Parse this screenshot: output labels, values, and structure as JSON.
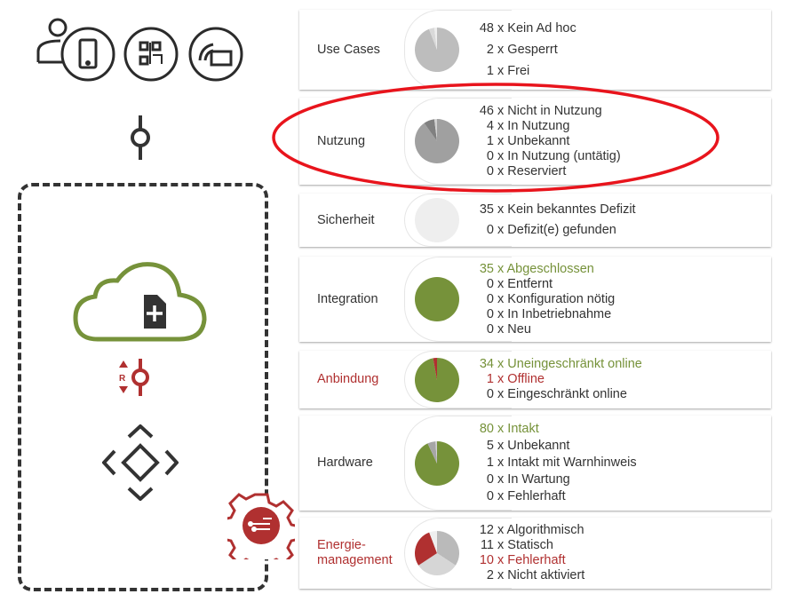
{
  "colors": {
    "green": "#76923a",
    "red": "#b03030",
    "dark": "#333333"
  },
  "rows": [
    {
      "label": "Use Cases",
      "label_color": "#333333",
      "line_height": 24,
      "items": [
        {
          "count": "48",
          "text": "x Kein Ad hoc",
          "color": "#333333",
          "slice": "#bdbdbd"
        },
        {
          "count": "2",
          "text": "x Gesperrt",
          "color": "#333333",
          "slice": "#d9d9d9"
        },
        {
          "count": "1",
          "text": "x Frei",
          "color": "#333333",
          "slice": "#ededed"
        }
      ]
    },
    {
      "label": "Nutzung",
      "label_color": "#333333",
      "line_height": 17,
      "items": [
        {
          "count": "46",
          "text": "x Nicht in Nutzung",
          "color": "#333333",
          "slice": "#a0a0a0"
        },
        {
          "count": "4",
          "text": "x In Nutzung",
          "color": "#333333",
          "slice": "#808080"
        },
        {
          "count": "1",
          "text": "x Unbekannt",
          "color": "#333333",
          "slice": "#d0d0d0"
        },
        {
          "count": "0",
          "text": "x In Nutzung (untätig)",
          "color": "#333333",
          "slice": "#bbbbbb"
        },
        {
          "count": "0",
          "text": "x Reserviert",
          "color": "#333333",
          "slice": "#bbbbbb"
        }
      ]
    },
    {
      "label": "Sicherheit",
      "label_color": "#333333",
      "line_height": 23,
      "items": [
        {
          "count": "35",
          "text": "x Kein bekanntes Defizit",
          "color": "#333333",
          "slice": "#eeeeee"
        },
        {
          "count": "0",
          "text": "x Defizit(e) gefunden",
          "color": "#333333",
          "slice": "#b03030"
        }
      ]
    },
    {
      "label": "Integration",
      "label_color": "#333333",
      "line_height": 17,
      "items": [
        {
          "count": "35",
          "text": "x Abgeschlossen",
          "color": "#76923a",
          "slice": "#76923a"
        },
        {
          "count": "0",
          "text": "x Entfernt",
          "color": "#333333",
          "slice": "#bbbbbb"
        },
        {
          "count": "0",
          "text": "x Konfiguration nötig",
          "color": "#333333",
          "slice": "#bbbbbb"
        },
        {
          "count": "0",
          "text": "x In Inbetriebnahme",
          "color": "#333333",
          "slice": "#bbbbbb"
        },
        {
          "count": "0",
          "text": "x Neu",
          "color": "#333333",
          "slice": "#bbbbbb"
        }
      ]
    },
    {
      "label": "Anbindung",
      "label_color": "#b03030",
      "line_height": 17,
      "items": [
        {
          "count": "34",
          "text": "x Uneingeschränkt online",
          "color": "#76923a",
          "slice": "#76923a"
        },
        {
          "count": "1",
          "text": "x Offline",
          "color": "#b03030",
          "slice": "#b03030"
        },
        {
          "count": "0",
          "text": "x Eingeschränkt online",
          "color": "#333333",
          "slice": "#bbbbbb"
        }
      ]
    },
    {
      "label": "Hardware",
      "label_color": "#333333",
      "line_height": 19,
      "items": [
        {
          "count": "80",
          "text": "x Intakt",
          "color": "#76923a",
          "slice": "#76923a"
        },
        {
          "count": "5",
          "text": "x Unbekannt",
          "color": "#333333",
          "slice": "#a6a6a6"
        },
        {
          "count": "1",
          "text": "x Intakt mit Warnhinweis",
          "color": "#333333",
          "slice": "#d0d0d0"
        },
        {
          "count": "0",
          "text": "x In Wartung",
          "color": "#333333",
          "slice": "#bbbbbb"
        },
        {
          "count": "0",
          "text": "x Fehlerhaft",
          "color": "#333333",
          "slice": "#b03030"
        }
      ]
    },
    {
      "label": "Energie-\nmanagement",
      "label_color": "#b03030",
      "line_height": 17,
      "items": [
        {
          "count": "12",
          "text": "x Algorithmisch",
          "color": "#333333",
          "slice": "#bababa"
        },
        {
          "count": "11",
          "text": "x Statisch",
          "color": "#333333",
          "slice": "#d6d6d6"
        },
        {
          "count": "10",
          "text": "x Fehlerhaft",
          "color": "#b03030",
          "slice": "#b03030"
        },
        {
          "count": "2",
          "text": "x Nicht aktiviert",
          "color": "#333333",
          "slice": "#efefef"
        }
      ]
    }
  ]
}
